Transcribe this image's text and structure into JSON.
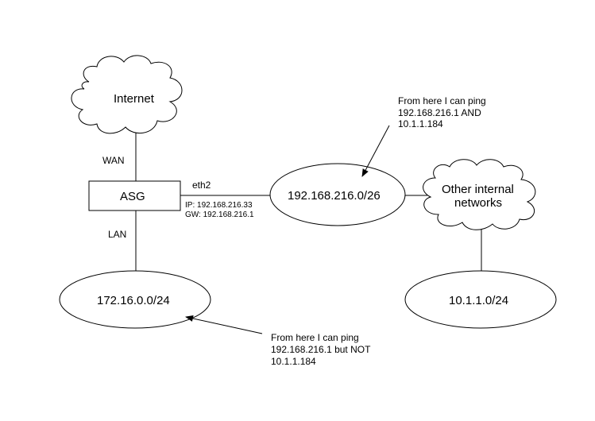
{
  "nodes": {
    "internet": {
      "label": "Internet"
    },
    "asg": {
      "label": "ASG"
    },
    "other_networks": {
      "label_line1": "Other internal",
      "label_line2": "networks"
    },
    "net_216": {
      "label": "192.168.216.0/26"
    },
    "net_172": {
      "label": "172.16.0.0/24"
    },
    "net_10": {
      "label": "10.1.1.0/24"
    }
  },
  "links": {
    "wan": "WAN",
    "lan": "LAN",
    "eth2": "eth2",
    "ip": "IP: 192.168.216.33",
    "gw": "GW: 192.168.216.1"
  },
  "annotations": {
    "top": {
      "line1": "From here I can ping",
      "line2": "192.168.216.1 AND",
      "line3": "10.1.1.184"
    },
    "bottom": {
      "line1": "From here I can ping",
      "line2": "192.168.216.1 but NOT",
      "line3": "10.1.1.184"
    }
  }
}
